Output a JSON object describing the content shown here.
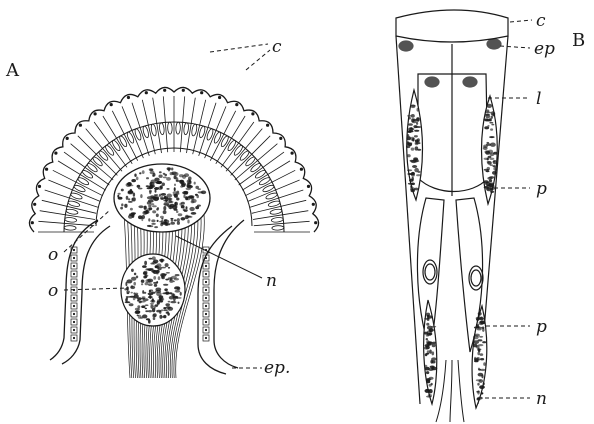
{
  "figure": {
    "panel_a": {
      "letter": "A",
      "labels": {
        "c": "c",
        "o_upper": "o",
        "o_lower": "o",
        "n": "n",
        "ep": "ep."
      }
    },
    "panel_b": {
      "letter": "B",
      "labels": {
        "c": "c",
        "ep": "ep",
        "l": "l",
        "p_upper": "p",
        "p_lower": "p",
        "n": "n"
      }
    },
    "colors": {
      "ink": "#1a1a1a",
      "paper": "#ffffff"
    }
  }
}
